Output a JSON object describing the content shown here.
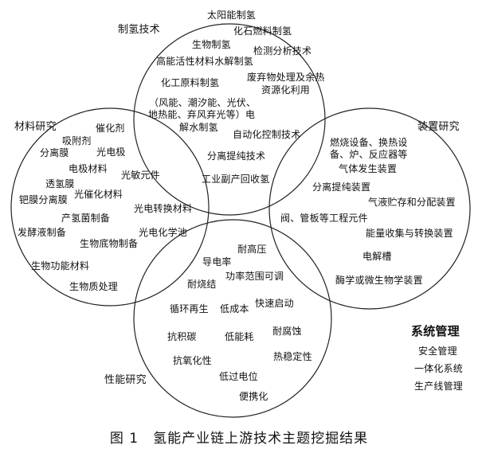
{
  "categories": {
    "hydrogen": "制氢技术",
    "materials": "材料研究",
    "equipment": "装置研究",
    "performance": "性能研究"
  },
  "hydrogen_terms": {
    "t1": "太阳能制氢",
    "t2": "化石燃料制氢",
    "t3": "生物制氢",
    "t4": "检测分析技术",
    "t5": "高能活性材料水解制氢",
    "t6": "化工原料制氢",
    "t7": "废弃物处理及余热",
    "t8": "资源化利用",
    "t9": "（风能、潮汐能、光伏、",
    "t10": "地热能、弃风弃光等）电",
    "t11": "解水制氢"
  },
  "hydrogen_materials_overlap": {
    "t1": "自动化控制技术"
  },
  "center_overlap": {
    "t1": "分离提纯技术",
    "t2": "工业副产回收氢"
  },
  "materials_terms": {
    "t1": "催化剂",
    "t2": "吸附剂",
    "t3": "分离膜",
    "t4": "光电极",
    "t5": "电极材料",
    "t6": "光敏元件",
    "t7": "透氢膜",
    "t8": "光催化材料",
    "t9": "钯膜分离膜",
    "t10": "光电转换材料",
    "t11": "产氢菌制备",
    "t12": "发酵液制备",
    "t13": "光电化学池",
    "t14": "生物底物制备",
    "t15": "生物功能材料",
    "t16": "生物质处理"
  },
  "equipment_terms": {
    "t1": "燃烧设备、换热设",
    "t2": "备、炉、反应器等",
    "t3": "气体发生装置",
    "t4": "分离提纯装置",
    "t5": "气液贮存和分配装置",
    "t6": "阀、管板等工程元件",
    "t7": "能量收集与转换装置",
    "t8": "电解槽",
    "t9": "酶学或微生物学装置"
  },
  "performance_terms": {
    "t1": "耐高压",
    "t2": "导电率",
    "t3": "功率范围可调",
    "t4": "耐烧结",
    "t5": "循环再生",
    "t6": "低成本",
    "t7": "快速启动",
    "t8": "抗积碳",
    "t9": "低能耗",
    "t10": "耐腐蚀",
    "t11": "抗氧化性",
    "t12": "热稳定性",
    "t13": "低过电位",
    "t14": "便携化"
  },
  "system_management": {
    "title": "系统管理",
    "items": [
      "安全管理",
      "一体化系统",
      "生产线管理"
    ]
  },
  "caption": "图 1　氢能产业链上游技术主题挖掘结果"
}
